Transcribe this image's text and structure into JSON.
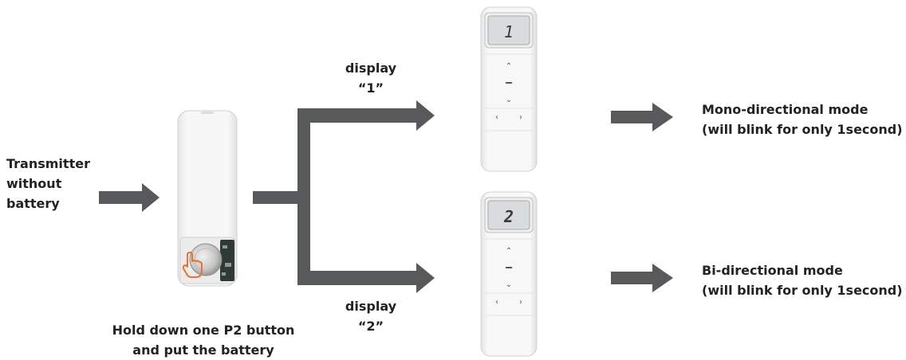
{
  "labels": {
    "start": [
      "Transmitter",
      "without",
      "battery"
    ],
    "instruction": [
      "Hold down one P2 button",
      "and put the battery"
    ],
    "branch_top": [
      "display",
      "“1”"
    ],
    "branch_bottom": [
      "display",
      "“2”"
    ],
    "result_top": [
      "Mono-directional mode",
      "(will blink for only 1second)"
    ],
    "result_bottom": [
      "Bi-directional mode",
      "(will blink for only 1second)"
    ]
  },
  "remotes": {
    "top_display": "1",
    "bottom_display": "2"
  },
  "colors": {
    "arrow": "#58595b",
    "text": "#222222",
    "remote_body": "#f4f4f4",
    "screen": "#d9dcdc",
    "hand": "#e8742c"
  },
  "icons": {
    "hand": "pointing-hand-icon",
    "battery": "coin-battery-icon"
  }
}
